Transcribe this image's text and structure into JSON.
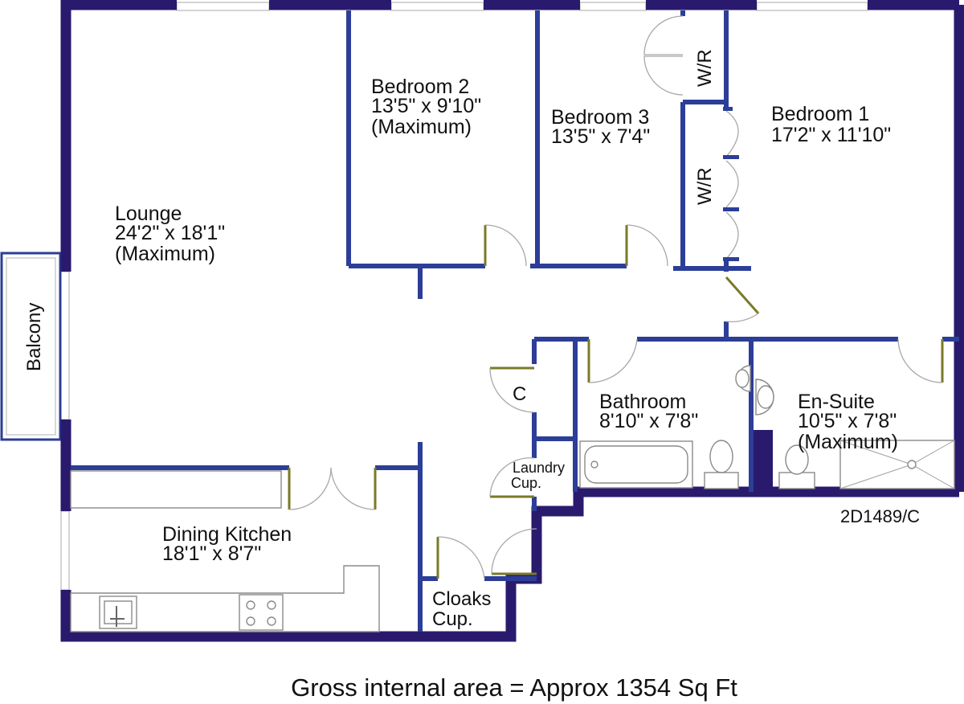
{
  "plan": {
    "reference": "2D1489/C",
    "gross_area": "Gross internal area = Approx 1354 Sq Ft",
    "wall_color": "#2a1a6e",
    "partition_color": "#2c3e97"
  },
  "rooms": {
    "lounge": {
      "name": "Lounge",
      "size": "24'2\" x 18'1\"",
      "note": "(Maximum)"
    },
    "bedroom2": {
      "name": "Bedroom 2",
      "size": "13'5\" x 9'10\"",
      "note": "(Maximum)"
    },
    "bedroom3": {
      "name": "Bedroom 3",
      "size": "13'5\" x 7'4\""
    },
    "bedroom1": {
      "name": "Bedroom 1",
      "size": "17'2\" x 11'10\""
    },
    "wardrobe_top": {
      "name": "W/R"
    },
    "wardrobe_side": {
      "name": "W/R"
    },
    "balcony": {
      "name": "Balcony"
    },
    "cupboard": {
      "name": "C"
    },
    "bathroom": {
      "name": "Bathroom",
      "size": "8'10\" x 7'8\""
    },
    "ensuite": {
      "name": "En-Suite",
      "size": "10'5\" x 7'8\"",
      "note": "(Maximum)"
    },
    "laundry": {
      "name": "Laundry",
      "name2": "Cup."
    },
    "dining_kitchen": {
      "name": "Dining Kitchen",
      "size": "18'1\" x 8'7\""
    },
    "cloaks": {
      "name": "Cloaks",
      "name2": "Cup."
    }
  }
}
